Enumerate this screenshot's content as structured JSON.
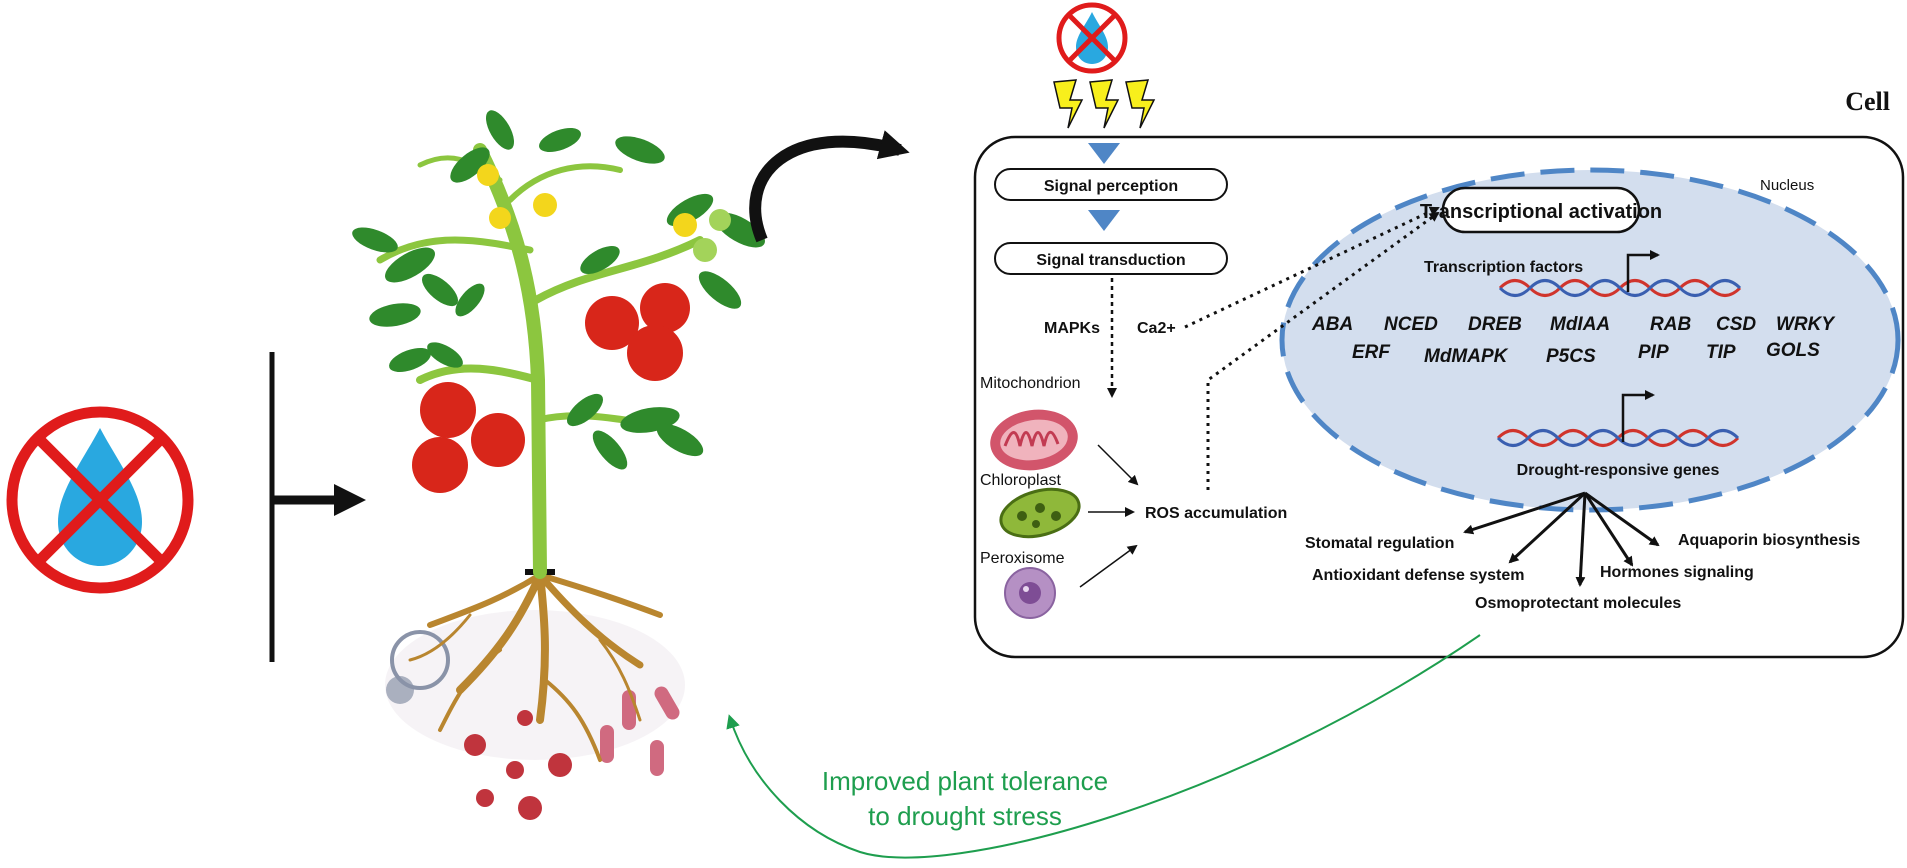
{
  "cell_label": "Cell",
  "nucleus_label": "Nucleus",
  "signal_perception": "Signal perception",
  "signal_transduction": "Signal transduction",
  "mapks": "MAPKs",
  "ca2": "Ca2+",
  "transcriptional_activation": "Transcriptional activation",
  "transcription_factors": "Transcription factors",
  "genes_row1": [
    "ABA",
    "NCED",
    "DREB",
    "MdIAA",
    "RAB",
    "CSD",
    "WRKY"
  ],
  "genes_row2": [
    "ERF",
    "MdMAPK",
    "P5CS",
    "PIP",
    "TIP",
    "GOLS"
  ],
  "drought_responsive_genes": "Drought-responsive genes",
  "organelles": [
    "Mitochondrion",
    "Chloroplast",
    "Peroxisome"
  ],
  "ros_accumulation": "ROS accumulation",
  "responses": {
    "stomatal": "Stomatal regulation",
    "antioxidant": "Antioxidant defense system",
    "osmoprotectant": "Osmoprotectant molecules",
    "hormones": "Hormones signaling",
    "aquaporin": "Aquaporin biosynthesis"
  },
  "outcome_line1": "Improved plant tolerance",
  "outcome_line2": "to drought stress",
  "colors": {
    "no_water_red": "#e01b1b",
    "water_blue": "#29a8e0",
    "nucleus_fill": "#d3deee",
    "nucleus_border": "#4f86c6",
    "outcome_green": "#1e9e4e",
    "tomato_red": "#d8261a",
    "stem_green": "#8cc63f",
    "leaf_green": "#2f8a2c",
    "root_brown": "#b9862f"
  },
  "icons": [
    "no-water-icon",
    "lightning-icon",
    "tomato-plant-icon",
    "mitochondrion-icon",
    "chloroplast-icon",
    "peroxisome-icon",
    "dna-icon",
    "microbe-icon",
    "bacteria-icon"
  ]
}
